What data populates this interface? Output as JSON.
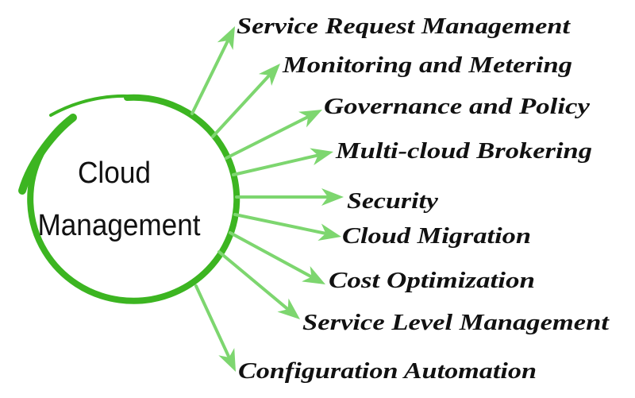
{
  "center": {
    "line1": "Cloud",
    "line2": "Management"
  },
  "colors": {
    "circle": "#3cb521",
    "arrow": "#7dd66f",
    "text": "#111111"
  },
  "items": [
    {
      "label": "Service Request Management"
    },
    {
      "label": "Monitoring and Metering"
    },
    {
      "label": "Governance and Policy"
    },
    {
      "label": "Multi-cloud Brokering"
    },
    {
      "label": "Security"
    },
    {
      "label": "Cloud Migration"
    },
    {
      "label": "Cost Optimization"
    },
    {
      "label": "Service Level Management"
    },
    {
      "label": "Configuration Automation"
    }
  ]
}
